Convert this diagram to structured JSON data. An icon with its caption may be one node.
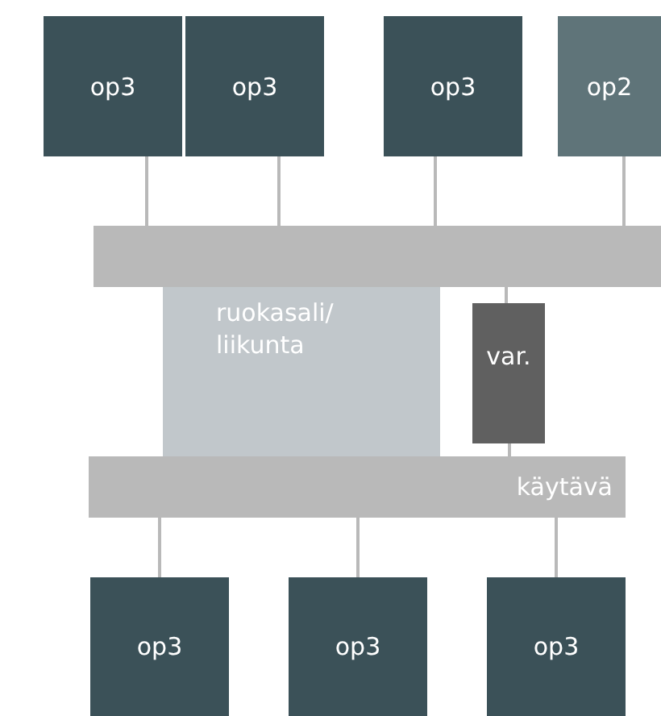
{
  "diagram": {
    "nodes": [
      {
        "text": [
          "op3"
        ]
      },
      {
        "text": [
          "op3"
        ]
      },
      {
        "text": [
          "op3"
        ]
      },
      {
        "text": [
          "op2"
        ]
      },
      {
        "text": [],
        "shape": "bar"
      },
      {
        "text": [
          "ruokasali/ liikunta"
        ]
      },
      {
        "text": [
          "var."
        ]
      },
      {
        "text": [
          "käytävä"
        ]
      },
      {
        "text": [
          "op3"
        ]
      },
      {
        "text": [
          "op3"
        ]
      },
      {
        "text": [
          "op3"
        ]
      }
    ],
    "edges": [
      {
        "from": 0,
        "to": 4,
        "arrow": "none"
      },
      {
        "from": 1,
        "to": 4,
        "arrow": "none"
      },
      {
        "from": 2,
        "to": 4,
        "arrow": "none"
      },
      {
        "from": 3,
        "to": 4,
        "arrow": "none"
      },
      {
        "from": 4,
        "to": 6,
        "arrow": "none"
      },
      {
        "from": 6,
        "to": 7,
        "arrow": "none"
      },
      {
        "from": 7,
        "to": 8,
        "arrow": "none"
      },
      {
        "from": 7,
        "to": 9,
        "arrow": "none"
      },
      {
        "from": 7,
        "to": 10,
        "arrow": "none"
      }
    ]
  }
}
